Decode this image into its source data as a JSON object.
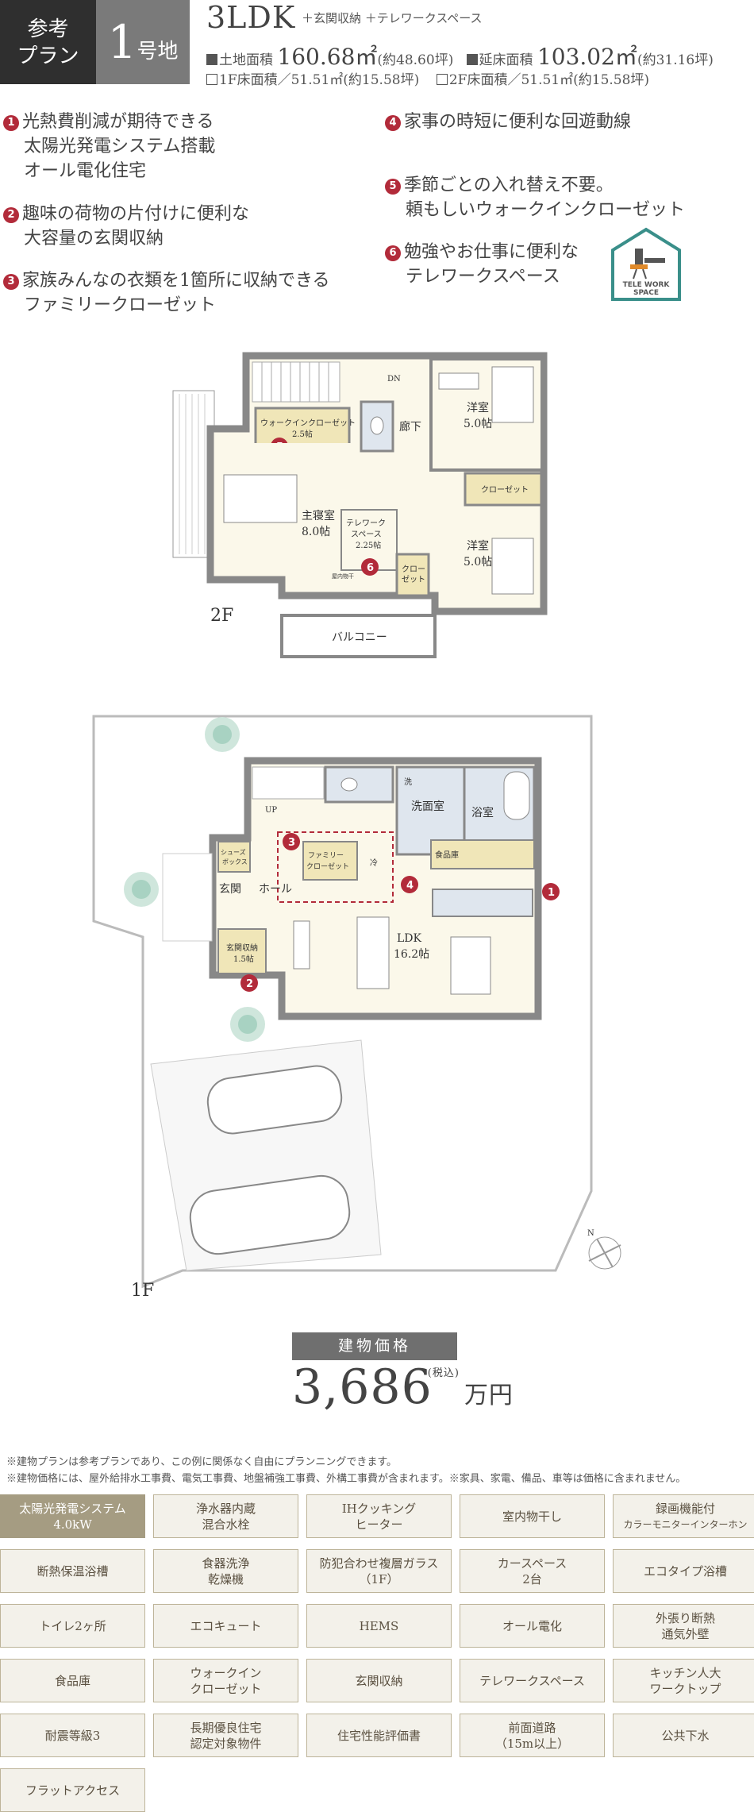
{
  "header": {
    "plan_label_1": "参考",
    "plan_label_2": "プラン",
    "lot_number": "1",
    "lot_suffix": "号地",
    "layout": "3LDK",
    "layout_extras": "＋玄関収納 ＋テレワークスペース",
    "land_area_label": "土地面積",
    "land_area_value": "160.68㎡",
    "land_area_tsubo": "(約48.60坪)",
    "floor_area_label": "延床面積",
    "floor_area_value": "103.02㎡",
    "floor_area_tsubo": "(約31.16坪)",
    "f1_area": "1F床面積／51.51㎡(約15.58坪)",
    "f2_area": "2F床面積／51.51㎡(約15.58坪)"
  },
  "features": [
    {
      "num": "1",
      "line1": "光熱費削減が期待できる",
      "line2": "太陽光発電システム搭載",
      "line3": "オール電化住宅"
    },
    {
      "num": "2",
      "line1": "趣味の荷物の片付けに便利な",
      "line2": "大容量の玄関収納"
    },
    {
      "num": "3",
      "line1": "家族みんなの衣類を1箇所に収納できる",
      "line2": "ファミリークローゼット"
    },
    {
      "num": "4",
      "line1": "家事の時短に便利な回遊動線"
    },
    {
      "num": "5",
      "line1": "季節ごとの入れ替え不要。",
      "line2": "頼もしいウォークインクローゼット"
    },
    {
      "num": "6",
      "line1": "勉強やお仕事に便利な",
      "line2": "テレワークスペース"
    }
  ],
  "telework_icon": {
    "line1": "TELE WORK",
    "line2": "SPACE",
    "color": "#3a8f8a"
  },
  "floor2": {
    "label": "2F",
    "rooms": {
      "dn": "DN",
      "wic": "ウォークインクローゼット",
      "wic_size": "2.5帖",
      "hall": "廊下",
      "west_room": "洋室",
      "west_room_size": "5.0帖",
      "closet_small": "クローゼット",
      "master": "主寝室",
      "master_size": "8.0帖",
      "telework": "テレワーク",
      "telework_2": "スペース",
      "telework_size": "2.25帖",
      "indoor_dry": "屋内物干",
      "closet_a": "クロー",
      "closet_b": "ゼット",
      "south_room": "洋室",
      "south_room_size": "5.0帖",
      "balcony": "バルコニー"
    }
  },
  "floor1": {
    "label": "1F",
    "rooms": {
      "up": "UP",
      "wash_mark": "洗",
      "washroom": "洗面室",
      "bath": "浴室",
      "shoes": "シューズ",
      "shoes_2": "ボックス",
      "family_cl": "ファミリー",
      "family_cl_2": "クローゼット",
      "fridge": "冷",
      "pantry": "食品庫",
      "entrance": "玄関",
      "hall": "ホール",
      "ent_storage": "玄関収納",
      "ent_storage_size": "1.5帖",
      "ldk": "LDK",
      "ldk_size": "16.2帖",
      "north": "N"
    }
  },
  "price": {
    "heading": "建物価格",
    "value": "3,686",
    "unit": "万円",
    "tax": "(税込)"
  },
  "notes": [
    "※建物プランは参考プランであり、この例に関係なく自由にプランニングできます。",
    "※建物価格には、屋外給排水工事費、電気工事費、地盤補強工事費、外構工事費が含まれます。※家具、家電、備品、車等は価格に含まれません。"
  ],
  "tags": [
    {
      "l1": "太陽光発電システム",
      "l2": "4.0kW",
      "on": true
    },
    {
      "l1": "浄水器内蔵",
      "l2": "混合水栓"
    },
    {
      "l1": "IHクッキング",
      "l2": "ヒーター"
    },
    {
      "l1": "室内物干し",
      "l2": ""
    },
    {
      "l1": "録画機能付",
      "l2": "カラーモニターインターホン"
    },
    {
      "l1": "断熱保温浴槽",
      "l2": ""
    },
    {
      "l1": "食器洗浄",
      "l2": "乾燥機"
    },
    {
      "l1": "防犯合わせ複層ガラス",
      "l2": "（1F）"
    },
    {
      "l1": "カースペース",
      "l2": "2台"
    },
    {
      "l1": "エコタイプ浴槽",
      "l2": ""
    },
    {
      "l1": "トイレ2ヶ所",
      "l2": ""
    },
    {
      "l1": "エコキュート",
      "l2": ""
    },
    {
      "l1": "HEMS",
      "l2": ""
    },
    {
      "l1": "オール電化",
      "l2": ""
    },
    {
      "l1": "外張り断熱",
      "l2": "通気外壁"
    },
    {
      "l1": "食品庫",
      "l2": ""
    },
    {
      "l1": "ウォークイン",
      "l2": "クローゼット"
    },
    {
      "l1": "玄関収納",
      "l2": ""
    },
    {
      "l1": "テレワークスペース",
      "l2": ""
    },
    {
      "l1": "キッチン人大",
      "l2": "ワークトップ"
    },
    {
      "l1": "耐震等級3",
      "l2": ""
    },
    {
      "l1": "長期優良住宅",
      "l2": "認定対象物件"
    },
    {
      "l1": "住宅性能評価書",
      "l2": ""
    },
    {
      "l1": "前面道路",
      "l2": "（15m以上）"
    },
    {
      "l1": "公共下水",
      "l2": ""
    },
    {
      "l1": "フラットアクセス",
      "l2": ""
    }
  ],
  "colors": {
    "accent_red": "#b22b3a",
    "tag_active": "#a59c82",
    "tag_bg": "#f3f1ea",
    "storage_fill": "#f0e6b8",
    "wet_fill": "#dfe6ee"
  }
}
